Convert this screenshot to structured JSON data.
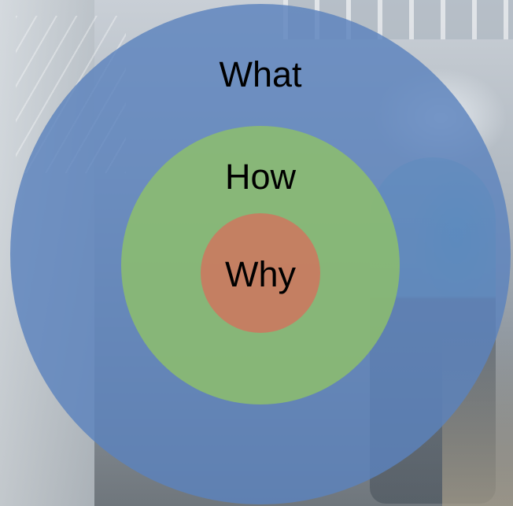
{
  "diagram": {
    "rings": [
      {
        "label": "What",
        "color": "#5b82bd",
        "opacity": 0.82
      },
      {
        "label": "How",
        "color": "#8dbe6c",
        "opacity": 0.85
      },
      {
        "label": "Why",
        "color": "#c97b61",
        "opacity": 0.92
      }
    ]
  }
}
